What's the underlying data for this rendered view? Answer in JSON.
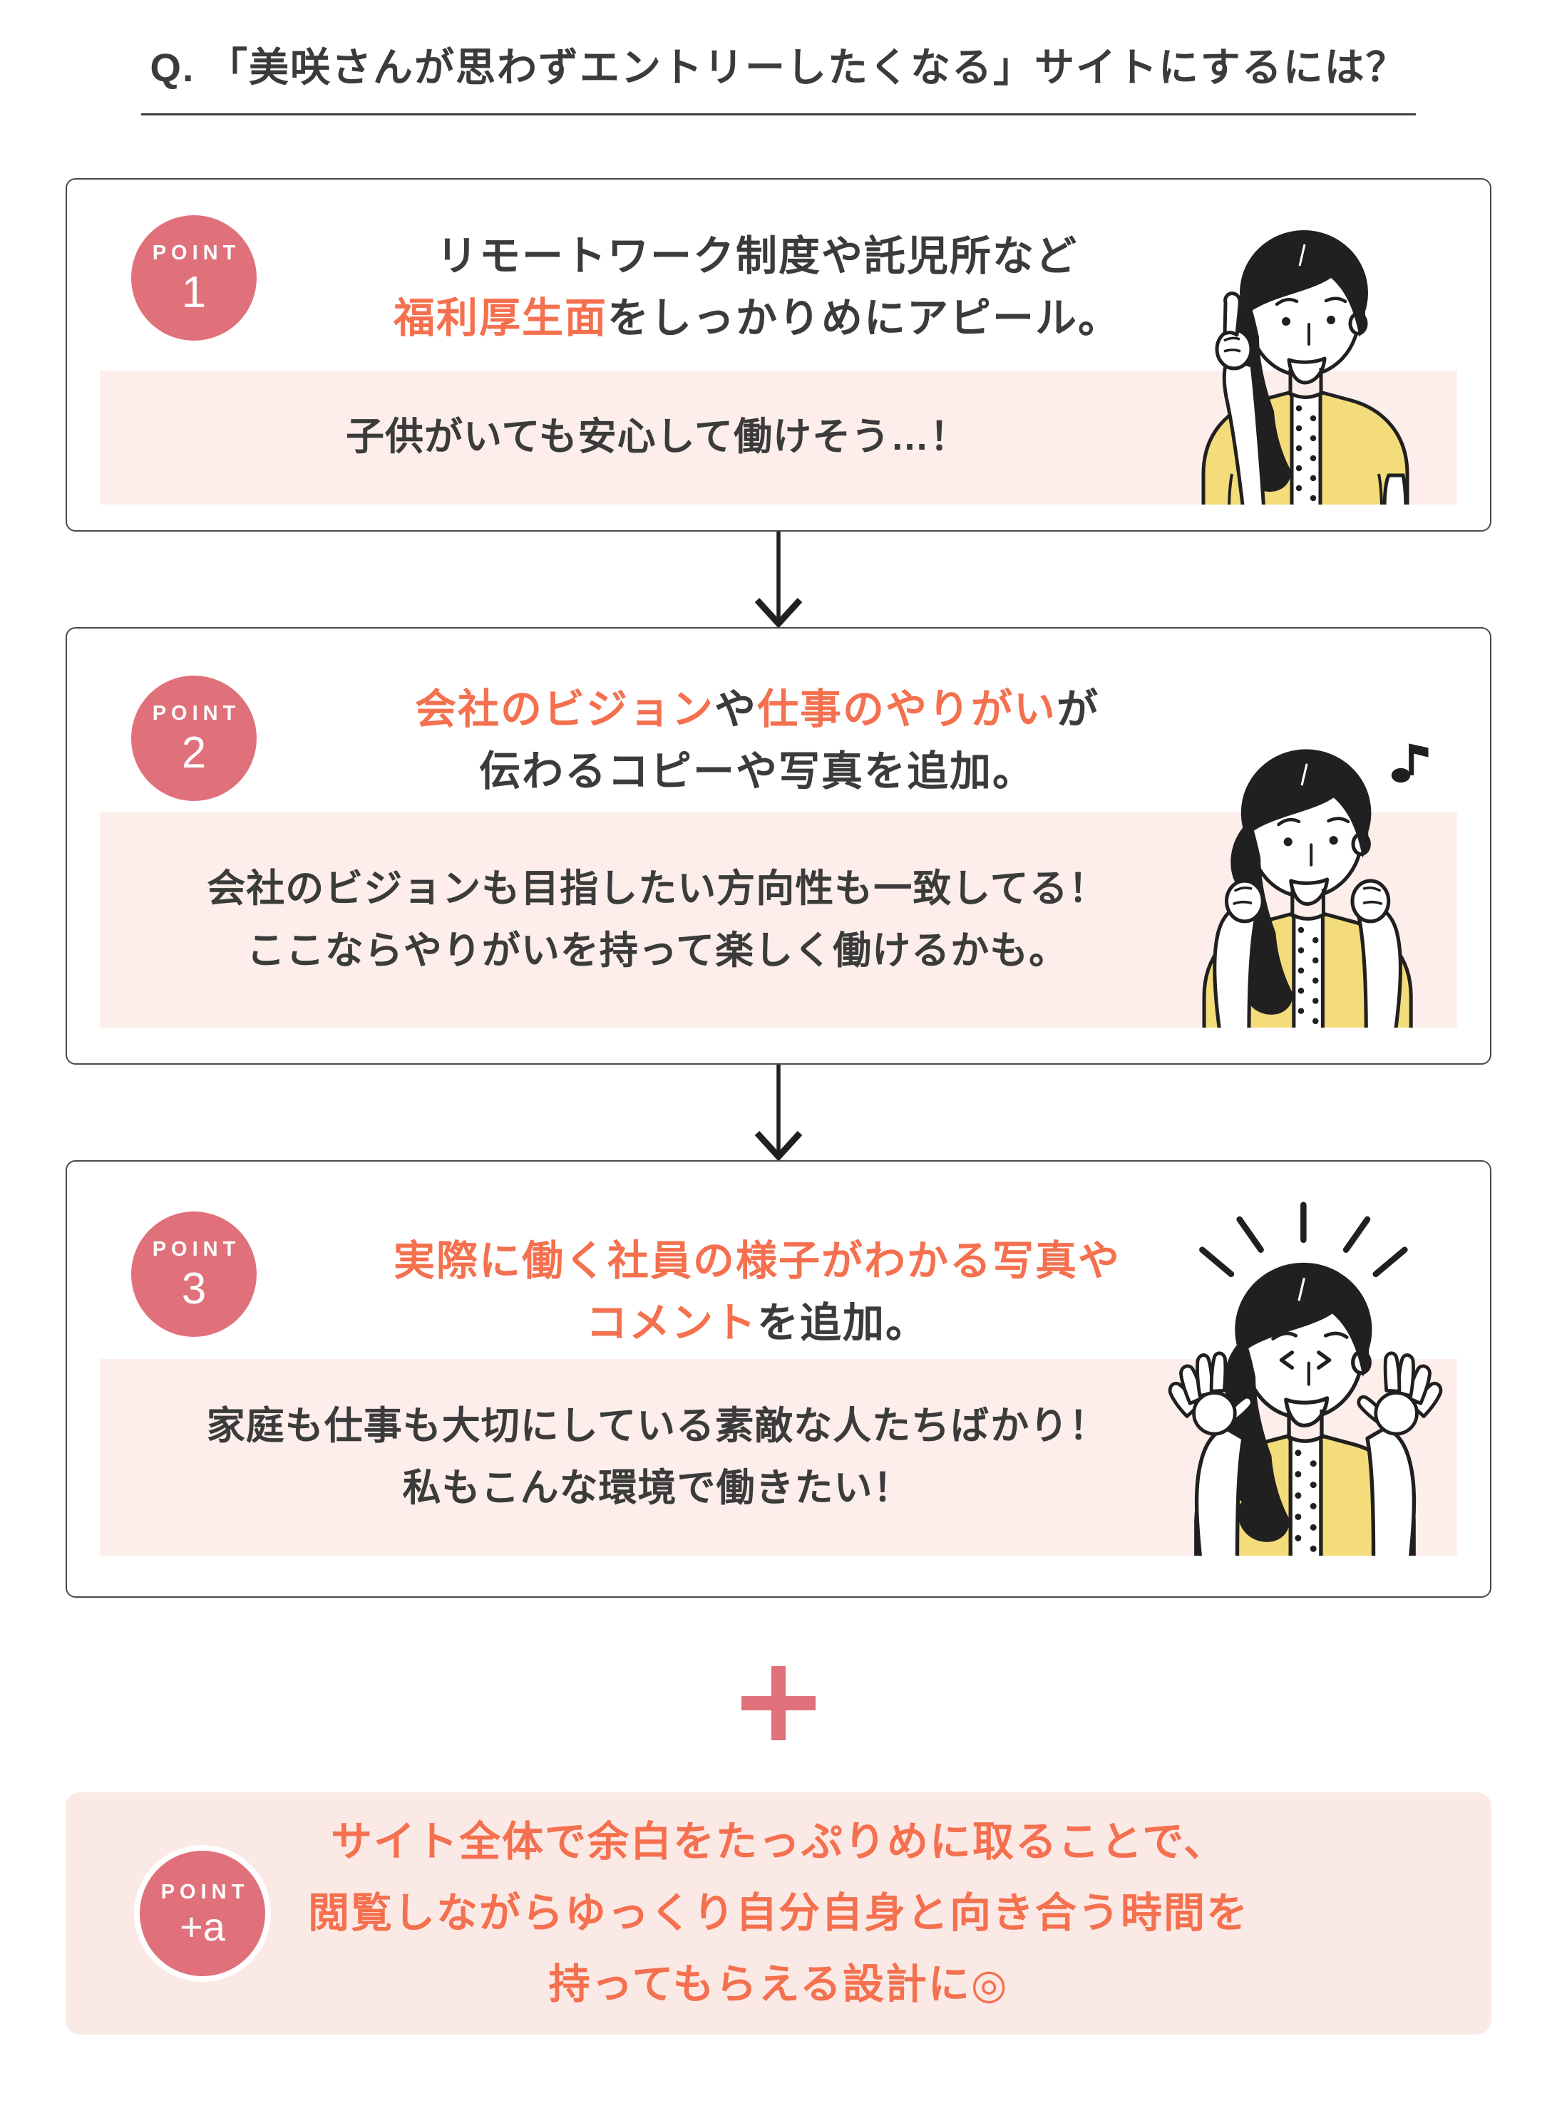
{
  "colors": {
    "badge_circle": "#E0707A",
    "accent_text": "#F4704E",
    "ink_text": "#3B3B3B",
    "speech_band_bg": "#FDEEEC",
    "extra_card_bg": "#FBE9E6",
    "illustration_outline": "#202020",
    "top_yellow": "#F4DC7A"
  },
  "title": "Q. 「美咲さんが思わずエントリーしたくなる」サイトにするには？",
  "points": [
    {
      "badge_label": "POINT",
      "badge_number": "1",
      "h1a": "リモートワーク制度や託児所など",
      "h2_accent": "福利厚生面",
      "h2b": "をしっかりめにアピール。",
      "speech1": "子供がいても安心して働けそう…！",
      "illustration": "woman-pointing-up"
    },
    {
      "badge_label": "POINT",
      "badge_number": "2",
      "h1_accent1": "会社のビジョン",
      "h1b": "や",
      "h1_accent2": "仕事のやりがい",
      "h1c": "が",
      "h2a": "伝わるコピーや写真を追加。",
      "speech1": "会社のビジョンも目指したい方向性も一致してる！",
      "speech2": "ここならやりがいを持って楽しく働けるかも。",
      "illustration": "woman-humming-with-music-note"
    },
    {
      "badge_label": "POINT",
      "badge_number": "3",
      "h1_accent": "実際に働く社員の様子がわかる写真や",
      "h2_accent": "コメント",
      "h2b": "を追加。",
      "speech1": "家庭も仕事も大切にしている素敵な人たちばかり！",
      "speech2": "私もこんな環境で働きたい！",
      "illustration": "woman-cheering-hands-up"
    }
  ],
  "extra": {
    "badge_label": "POINT",
    "badge_number": "+a",
    "line1": "サイト全体で余白をたっぷりめに取ることで、",
    "line2": "閲覧しながらゆっくり自分自身と向き合う時間を",
    "line3": "持ってもらえる設計に◎"
  }
}
